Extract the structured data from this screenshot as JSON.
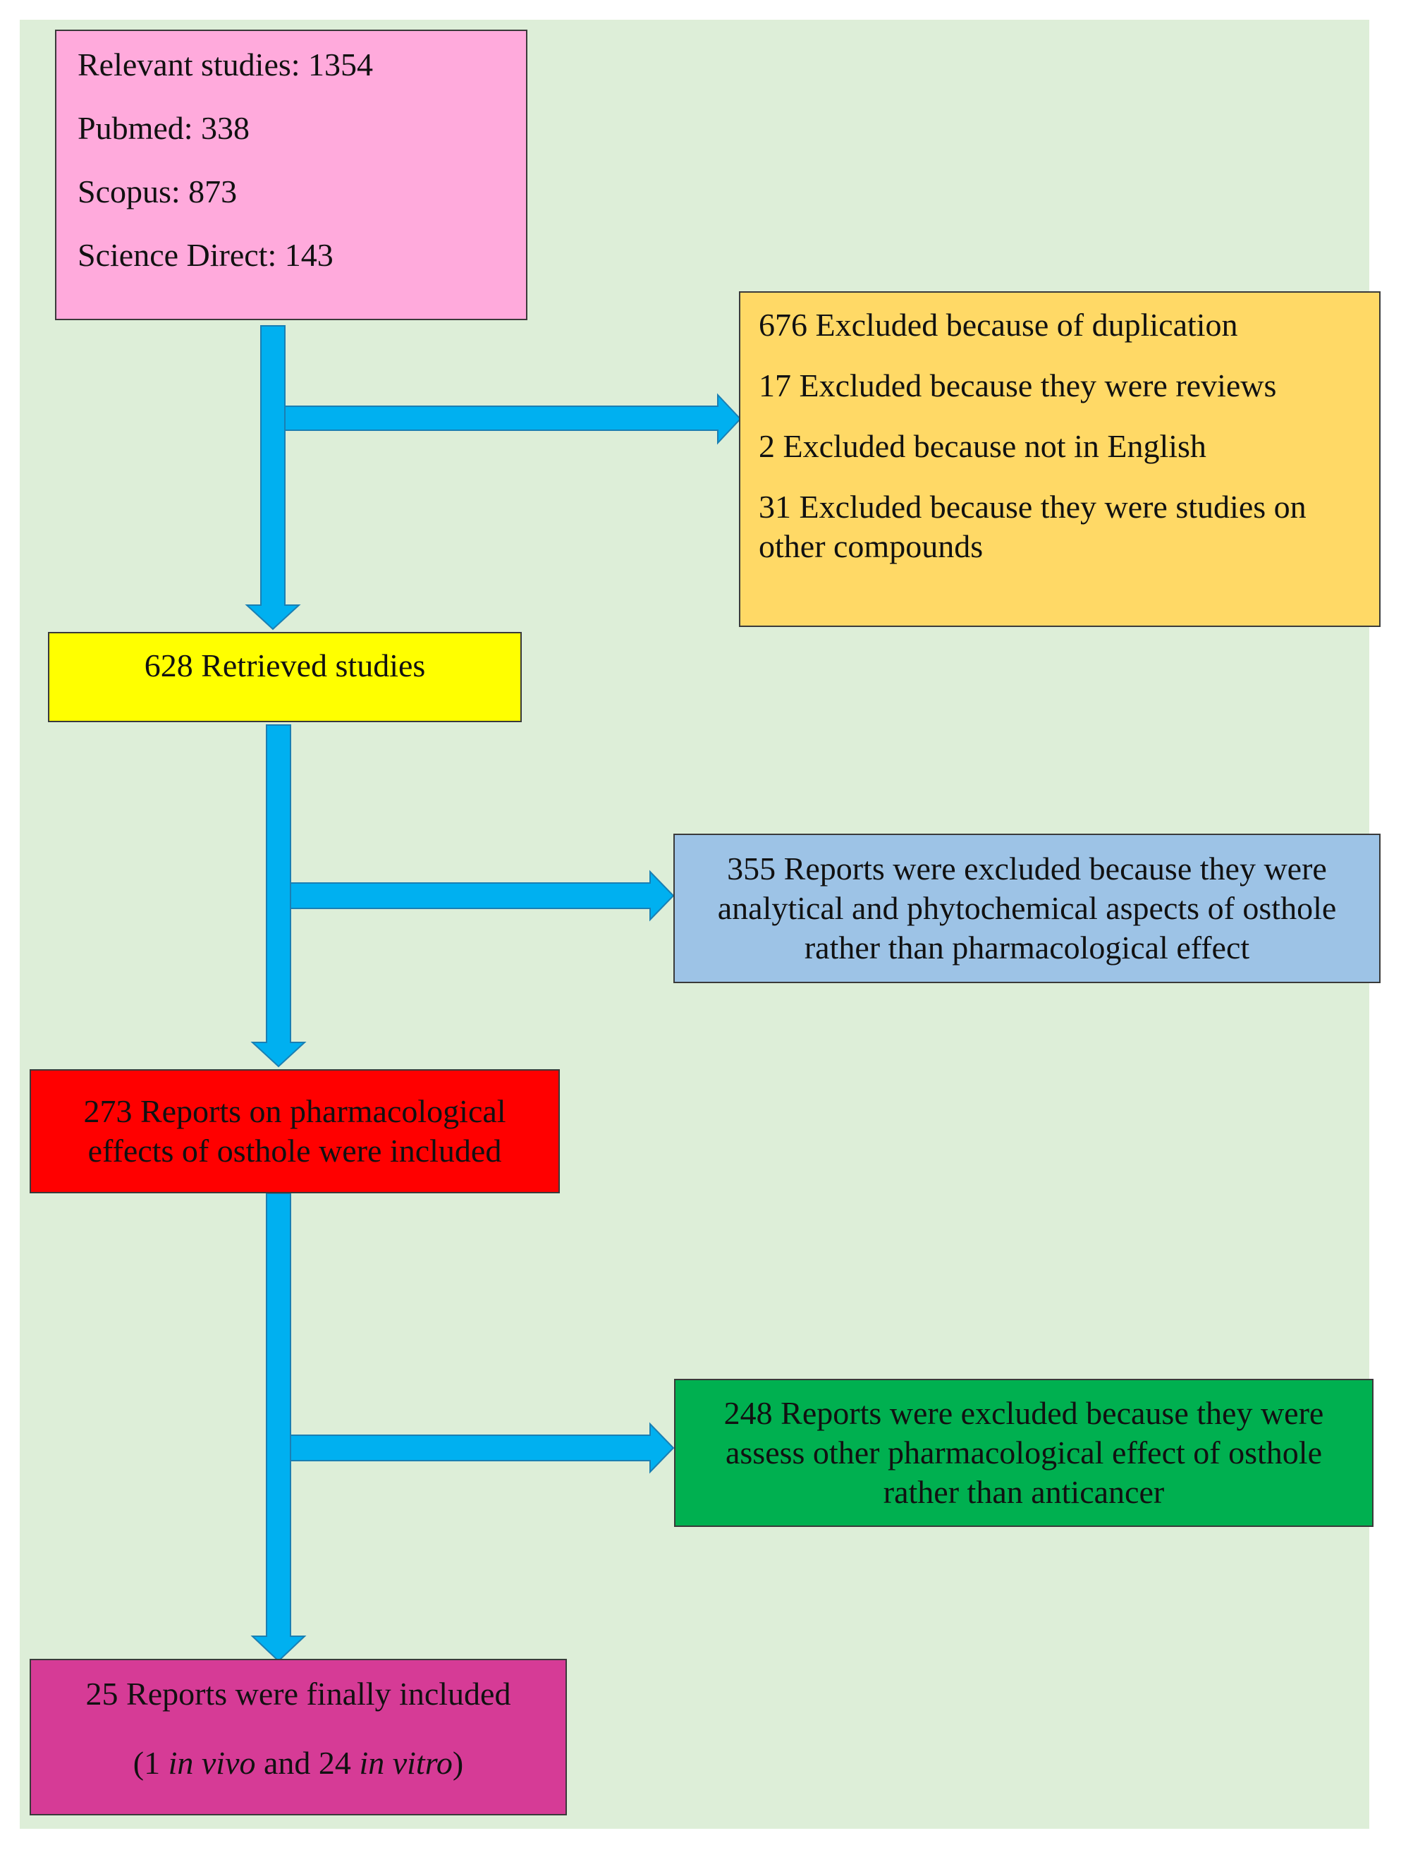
{
  "colors": {
    "panel": "#ddeed8",
    "arrow": "#00b0f0",
    "search": "#ffaadc",
    "excluded_first": "#ffd966",
    "retrieved": "#ffff00",
    "excluded_second": "#9dc3e6",
    "pharmacological": "#ff0000",
    "excluded_third": "#00b050",
    "final": "#d63b96"
  },
  "search": {
    "lines": [
      "Relevant studies: 1354",
      "Pubmed: 338",
      "Scopus: 873",
      "Science Direct: 143"
    ]
  },
  "excluded_first": {
    "lines": [
      "676 Excluded because of duplication",
      "17 Excluded because they were reviews",
      "2 Excluded because not in English",
      "31 Excluded because they were studies on other compounds"
    ]
  },
  "retrieved": {
    "text": "628 Retrieved studies"
  },
  "excluded_second": {
    "text": "355 Reports were excluded because they were analytical and phytochemical aspects of osthole rather than pharmacological effect"
  },
  "pharmacological": {
    "text": "273 Reports on pharmacological effects of osthole were included"
  },
  "excluded_third": {
    "text": "248 Reports were excluded because they were assess other pharmacological effect of osthole rather than anticancer"
  },
  "final": {
    "line1": "25 Reports were finally included",
    "open": "(1 ",
    "in_vivo": "in vivo",
    "middle": " and 24 ",
    "in_vitro": "in vitro",
    "close": ")"
  }
}
